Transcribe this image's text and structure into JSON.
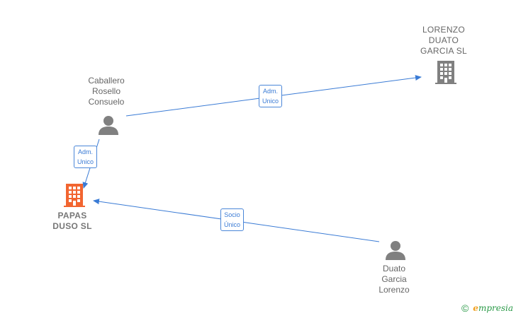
{
  "nodes": {
    "caballero": {
      "label": "Caballero\nRosello\nConsuelo",
      "type": "person"
    },
    "lorenzo_sl": {
      "label": "LORENZO\nDUATO\nGARCIA  SL",
      "type": "company"
    },
    "papas": {
      "label": "PAPAS\nDUSO  SL",
      "type": "company-main"
    },
    "duato": {
      "label": "Duato\nGarcia\nLorenzo",
      "type": "person"
    }
  },
  "edges": [
    {
      "from": "caballero",
      "to": "lorenzo_sl",
      "label": "Adm.\nUnico"
    },
    {
      "from": "caballero",
      "to": "papas",
      "label": "Adm.\nUnico"
    },
    {
      "from": "duato",
      "to": "papas",
      "label": "Socio\nÚnico"
    }
  ],
  "footer": {
    "copyright_symbol": "©",
    "brand_initial": "e",
    "brand_rest": "mpresia"
  },
  "colors": {
    "edge": "#3a7bd5",
    "person_icon": "#808080",
    "company_icon": "#808080",
    "main_company_icon": "#f26530",
    "brand_green": "#2b9a48",
    "brand_orange": "#f0a020"
  }
}
